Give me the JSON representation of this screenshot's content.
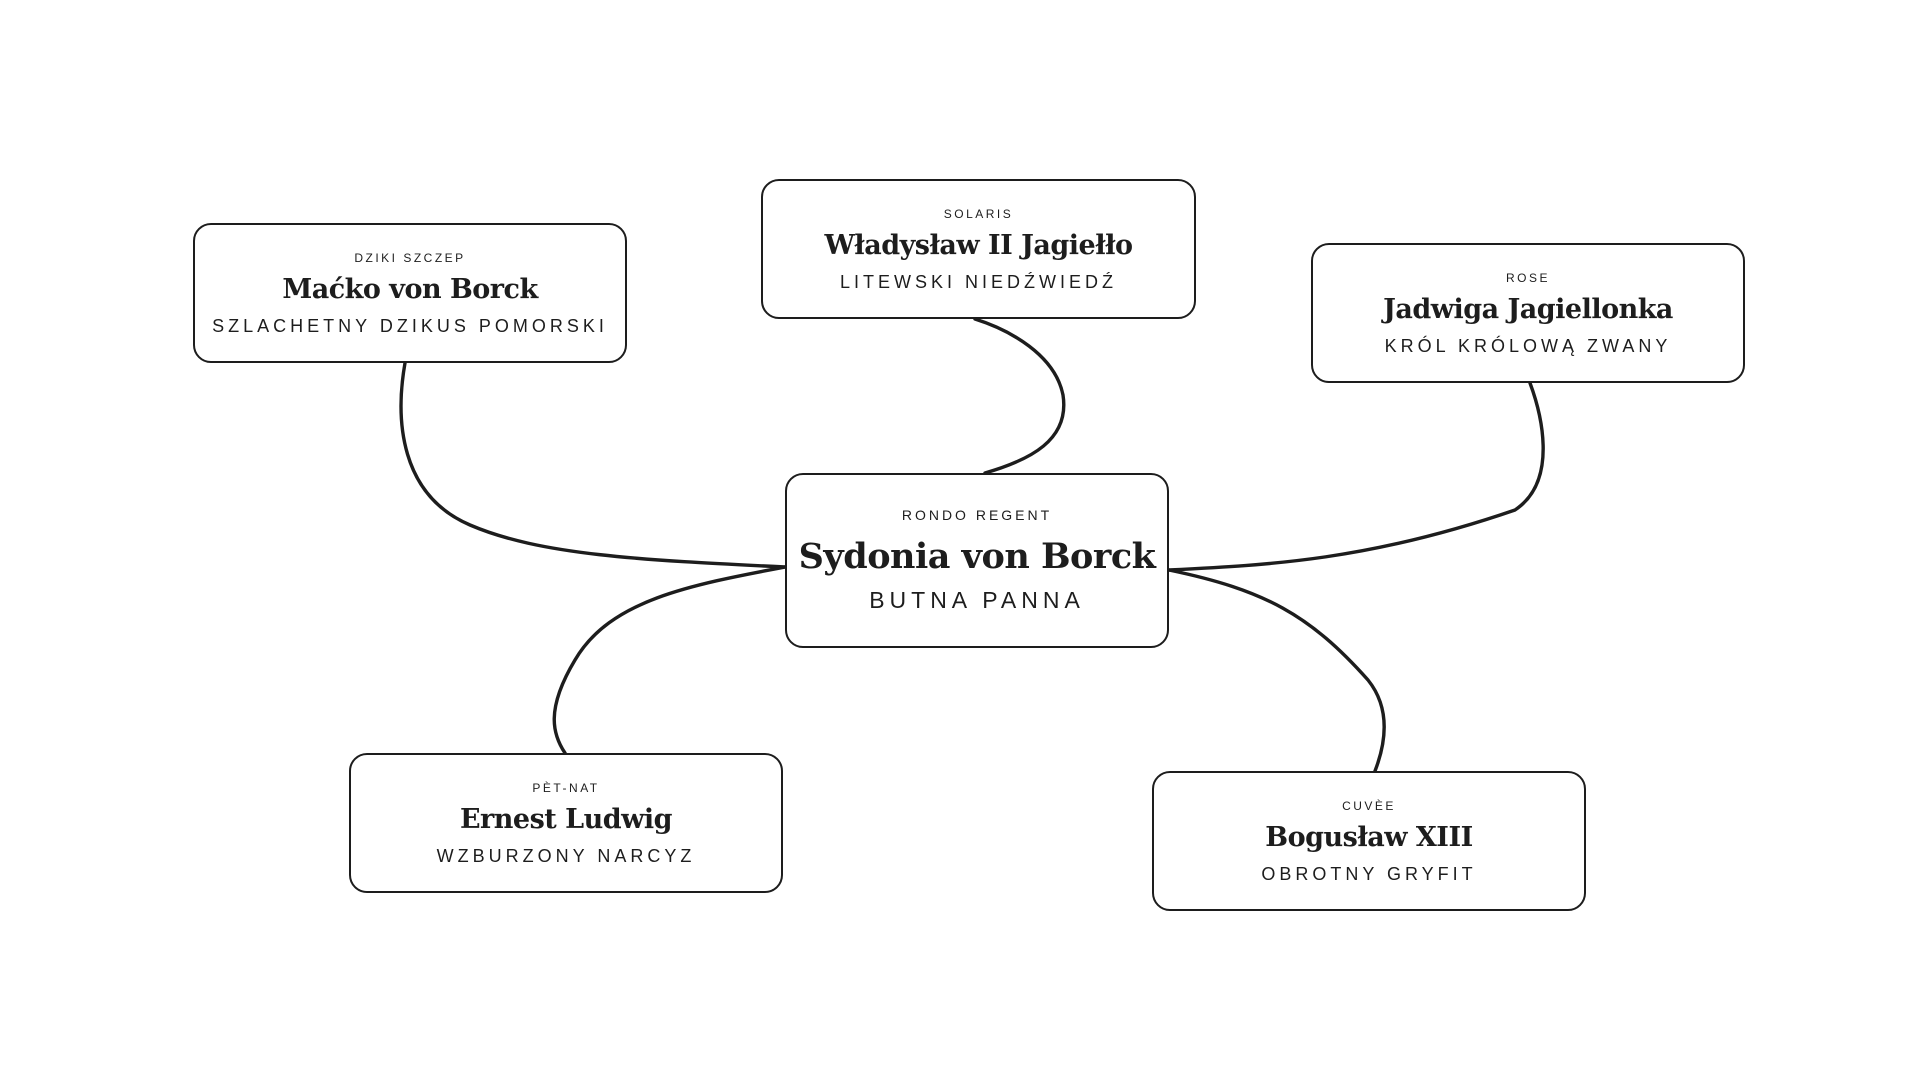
{
  "diagram": {
    "center": {
      "varietal": "RONDO REGENT",
      "name": "Sydonia von Borck",
      "nickname": "BUTNA PANNA"
    },
    "nodes": [
      {
        "id": "macko",
        "varietal": "DZIKI SZCZEP",
        "name": "Maćko von Borck",
        "nickname": "SZLACHETNY DZIKUS POMORSKI"
      },
      {
        "id": "wladyslaw",
        "varietal": "SOLARIS",
        "name": "Władysław II Jagiełło",
        "nickname": "LITEWSKI NIEDŹWIEDŹ"
      },
      {
        "id": "jadwiga",
        "varietal": "ROSE",
        "name": "Jadwiga Jagiellonka",
        "nickname": "KRÓL KRÓLOWĄ ZWANY"
      },
      {
        "id": "ernest",
        "varietal": "PÈT-NAT",
        "name": "Ernest Ludwig",
        "nickname": "WZBURZONY NARCYZ"
      },
      {
        "id": "boguslaw",
        "varietal": "CUVÈE",
        "name": "Bogusław XIII",
        "nickname": "OBROTNY GRYFIT"
      }
    ],
    "connections": [
      {
        "from": "sydonia",
        "to": "macko"
      },
      {
        "from": "sydonia",
        "to": "wladyslaw"
      },
      {
        "from": "sydonia",
        "to": "jadwiga"
      },
      {
        "from": "sydonia",
        "to": "ernest"
      },
      {
        "from": "sydonia",
        "to": "boguslaw"
      }
    ],
    "colors": {
      "ink": "#1d1d1d",
      "background": "#ffffff"
    }
  }
}
